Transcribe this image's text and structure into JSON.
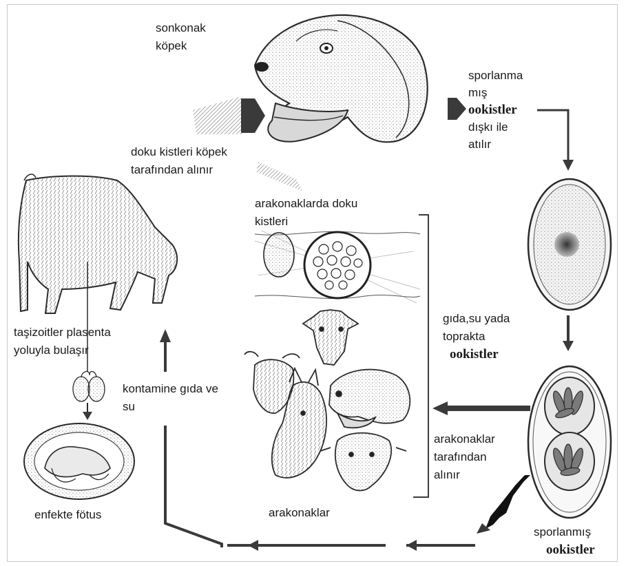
{
  "labels": {
    "definitive_host": [
      "sonkonak",
      "köpek"
    ],
    "tissue_cysts_taken": [
      "doku kistleri köpek",
      "tarafından alınır"
    ],
    "unsporulated_l1": "sporlanma",
    "unsporulated_l2": "mış",
    "unsporulated_oocysts": "ookistler",
    "unsporulated_l4": "dışkı ile",
    "unsporulated_l5": "atılır",
    "tissue_cysts_intermediate": [
      "arakonaklarda doku",
      "kistleri"
    ],
    "transplacental": [
      "taşizoitler plasenta",
      "yoluyla bulaşır"
    ],
    "contaminated": [
      "kontamine gıda ve",
      "su"
    ],
    "in_env_l1": "gıda,su yada",
    "in_env_l2": "toprakta",
    "in_env_oocysts": "ookistler",
    "taken_by_intermediate": [
      "arakonaklar",
      "tarafından",
      "alınır"
    ],
    "infected_fetus": "enfekte fötus",
    "intermediate_hosts": "arakonaklar",
    "sporulated_l1": "sporlanmış",
    "sporulated_oocysts": "ookistler"
  },
  "colors": {
    "arrow": "#3a3a3a",
    "sketch": "#2a2a2a",
    "shade": "#9a9a9a",
    "hatch": "#b0b0b0"
  }
}
